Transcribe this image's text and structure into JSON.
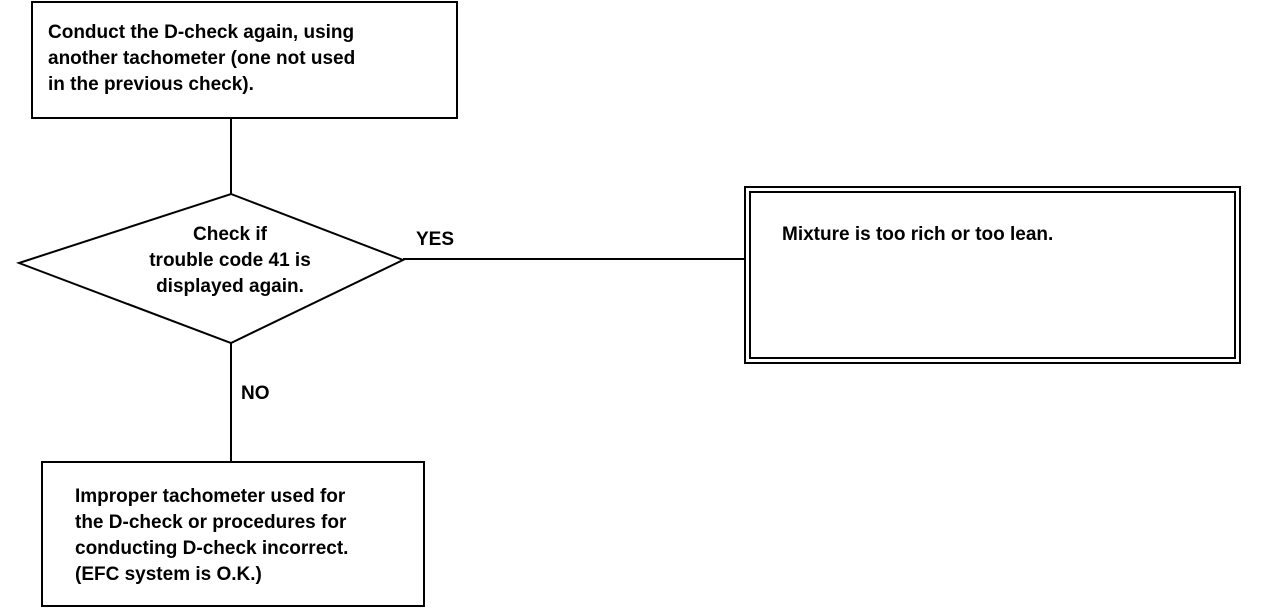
{
  "flowchart": {
    "step_box": {
      "text": "Conduct the D-check again, using\nanother tachometer (one not used\nin the previous check)."
    },
    "decision": {
      "text": "Check if\ntrouble code 41 is\ndisplayed again."
    },
    "yes_label": "YES",
    "no_label": "NO",
    "yes_result": {
      "text": "Mixture is too rich or too lean."
    },
    "no_result": {
      "text": "Improper tachometer used for\nthe D-check or procedures for\nconducting D-check incorrect.\n(EFC system is O.K.)"
    }
  }
}
